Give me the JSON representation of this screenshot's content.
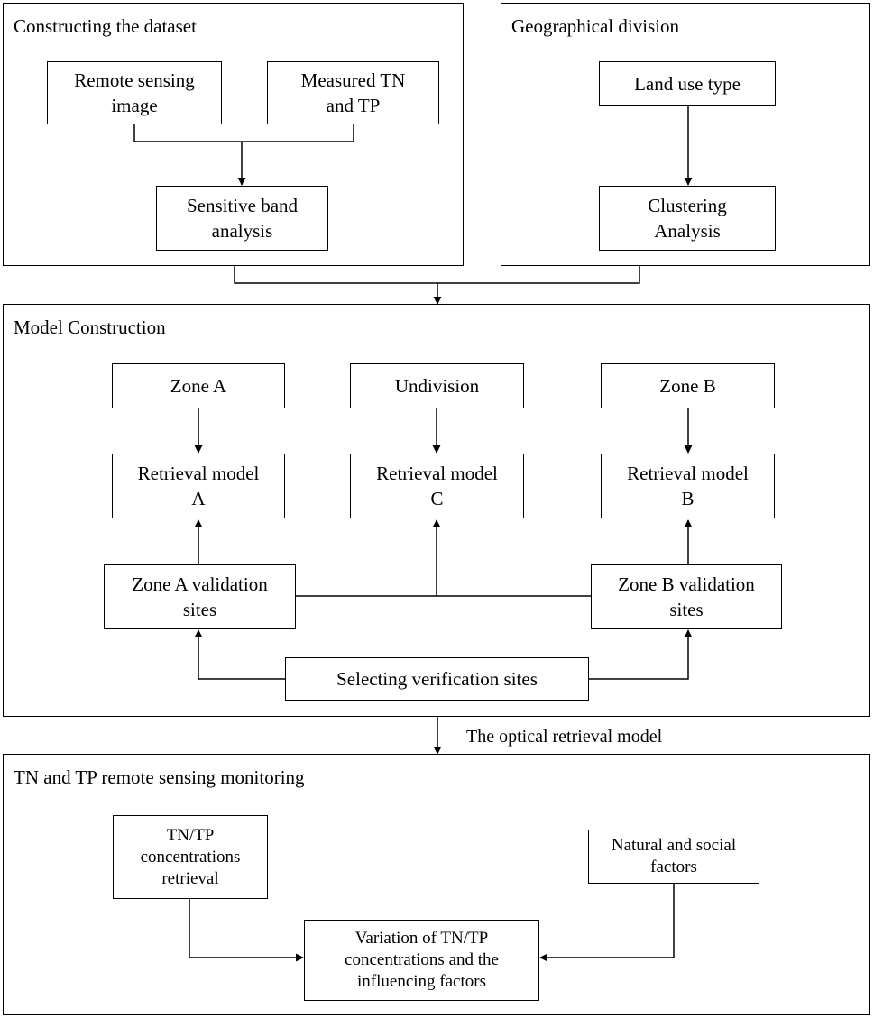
{
  "panels": {
    "dataset": {
      "title": "Constructing the dataset"
    },
    "geo": {
      "title": "Geographical division"
    },
    "model": {
      "title": "Model Construction"
    },
    "monitoring": {
      "title": "TN and TP remote sensing monitoring"
    }
  },
  "nodes": {
    "remote_sensing_image": "Remote sensing\nimage",
    "measured_tn_tp": "Measured TN\nand TP",
    "sensitive_band": "Sensitive band\nanalysis",
    "land_use": "Land use type",
    "clustering": "Clustering\nAnalysis",
    "zone_a": "Zone A",
    "undivision": "Undivision",
    "zone_b": "Zone B",
    "retrieval_a": "Retrieval model\nA",
    "retrieval_c": "Retrieval model\nC",
    "retrieval_b": "Retrieval model\nB",
    "zone_a_validation": "Zone A validation\nsites",
    "zone_b_validation": "Zone B validation\nsites",
    "selecting_sites": "Selecting verification sites",
    "concentrations_retrieval": "TN/TP\nconcentrations\nretrieval",
    "natural_social": "Natural and social\nfactors",
    "variation": "Variation of TN/TP\nconcentrations and the\ninfluencing factors"
  },
  "edge_labels": {
    "optical_model": "The optical retrieval model"
  },
  "colors": {
    "line": "#000000",
    "background": "#ffffff"
  }
}
